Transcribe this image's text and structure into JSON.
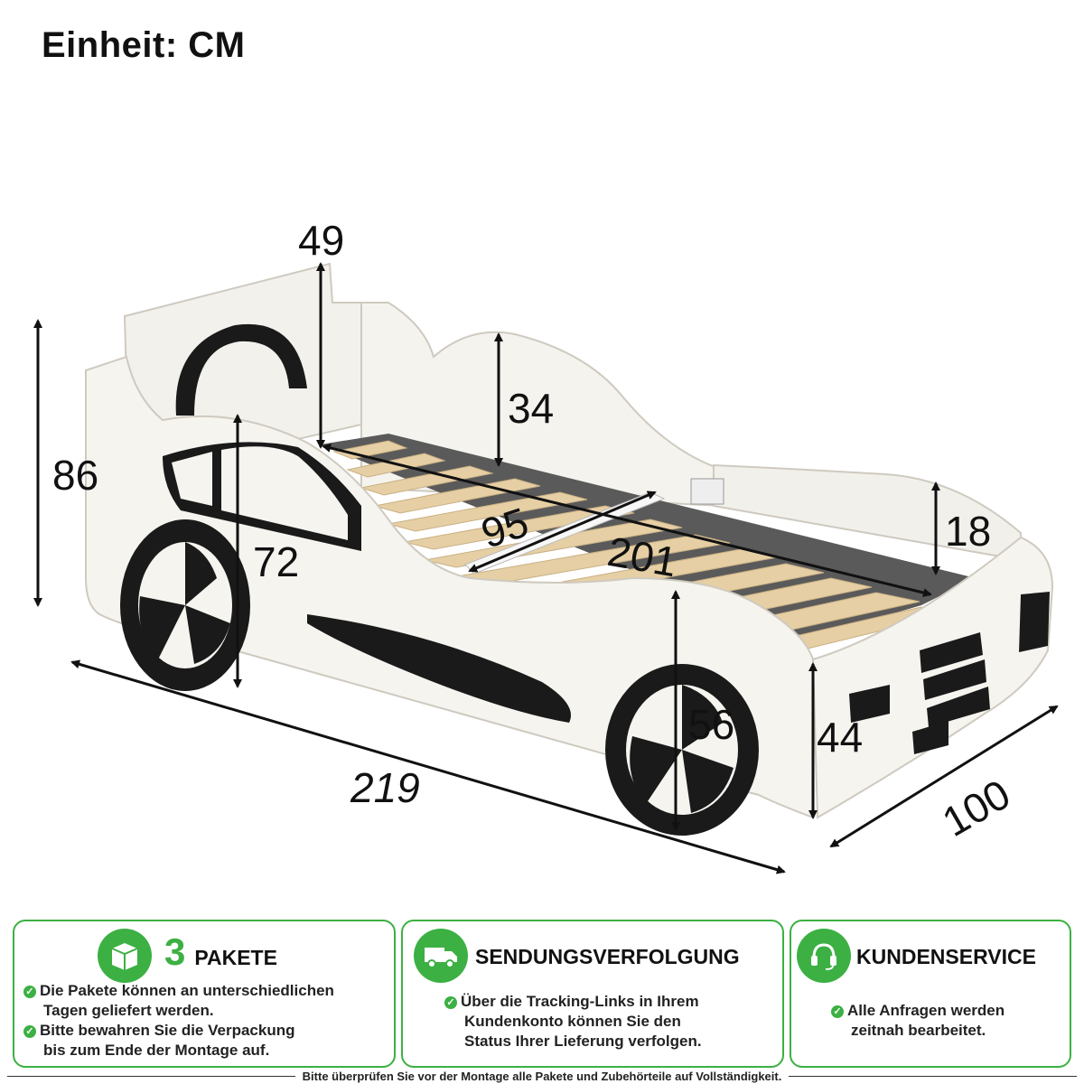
{
  "header": {
    "unit_label": "Einheit: CM"
  },
  "dimensions": {
    "headboard_height": "49",
    "side_height": "34",
    "total_height": "86",
    "front_height": "72",
    "inner_width": "95",
    "inner_length": "201",
    "footrail_height": "18",
    "wheel_height": "56",
    "foot_height": "44",
    "total_length": "219",
    "total_width": "100"
  },
  "colors": {
    "accent": "#3cb043",
    "upholstery": "#f5f3ee",
    "trim": "#1a1a1a",
    "slat": "#e6cfa4"
  },
  "cards": [
    {
      "icon": "package-icon",
      "number": "3",
      "title": "PAKETE",
      "bullets": [
        [
          "Die Pakete können an unterschiedlichen",
          "Tagen geliefert werden."
        ],
        [
          "Bitte bewahren Sie die Verpackung",
          "bis zum Ende der Montage auf."
        ]
      ]
    },
    {
      "icon": "delivery-truck-icon",
      "title": "SENDUNGSVERFOLGUNG",
      "bullets": [
        [
          "Über die Tracking-Links in Ihrem",
          "Kundenkonto können Sie den",
          "Status Ihrer Lieferung verfolgen."
        ]
      ]
    },
    {
      "icon": "headset-icon",
      "title": "KUNDENSERVICE",
      "bullets": [
        [
          "Alle Anfragen werden",
          "zeitnah bearbeitet."
        ]
      ]
    }
  ],
  "footer": {
    "note": "Bitte überprüfen Sie vor der Montage alle Pakete und Zubehörteile auf Vollständigkeit."
  }
}
